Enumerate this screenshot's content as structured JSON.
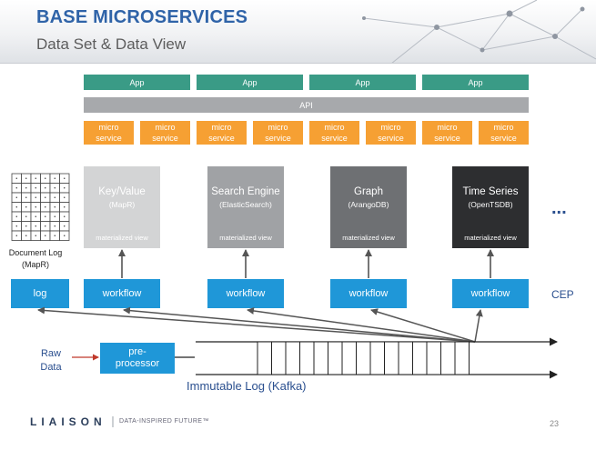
{
  "header": {
    "title": "BASE MICROSERVICES",
    "subtitle": "Data Set & Data View"
  },
  "apps": [
    "App",
    "App",
    "App",
    "App"
  ],
  "api": "API",
  "microservice": {
    "line1": "micro",
    "line2": "service"
  },
  "stores": [
    {
      "name": "Key/Value",
      "sub": "(MapR)",
      "view": "materialized view"
    },
    {
      "name": "Search Engine",
      "sub": "(ElasticSearch)",
      "view": "materialized view"
    },
    {
      "name": "Graph",
      "sub": "(ArangoDB)",
      "view": "materialized view"
    },
    {
      "name": "Time Series",
      "sub": "(OpenTSDB)",
      "view": "materialized view"
    }
  ],
  "document_log": {
    "line1": "Document Log",
    "line2": "(MapR)"
  },
  "log_label": "log",
  "workflow_label": "workflow",
  "ellipsis": "...",
  "cep": "CEP",
  "raw_data": {
    "line1": "Raw",
    "line2": "Data"
  },
  "preprocessor": {
    "line1": "pre-",
    "line2": "processor"
  },
  "immutable_log": "Immutable Log (Kafka)",
  "footer": {
    "logo": "LIAISON",
    "tagline": "DATA-INSPIRED FUTURE™",
    "page": "23"
  },
  "colors": {
    "app": "#3a9b86",
    "api": "#a7a9ac",
    "microservice": "#f6a033",
    "process": "#1f97d8",
    "title": "#2f63a8"
  }
}
